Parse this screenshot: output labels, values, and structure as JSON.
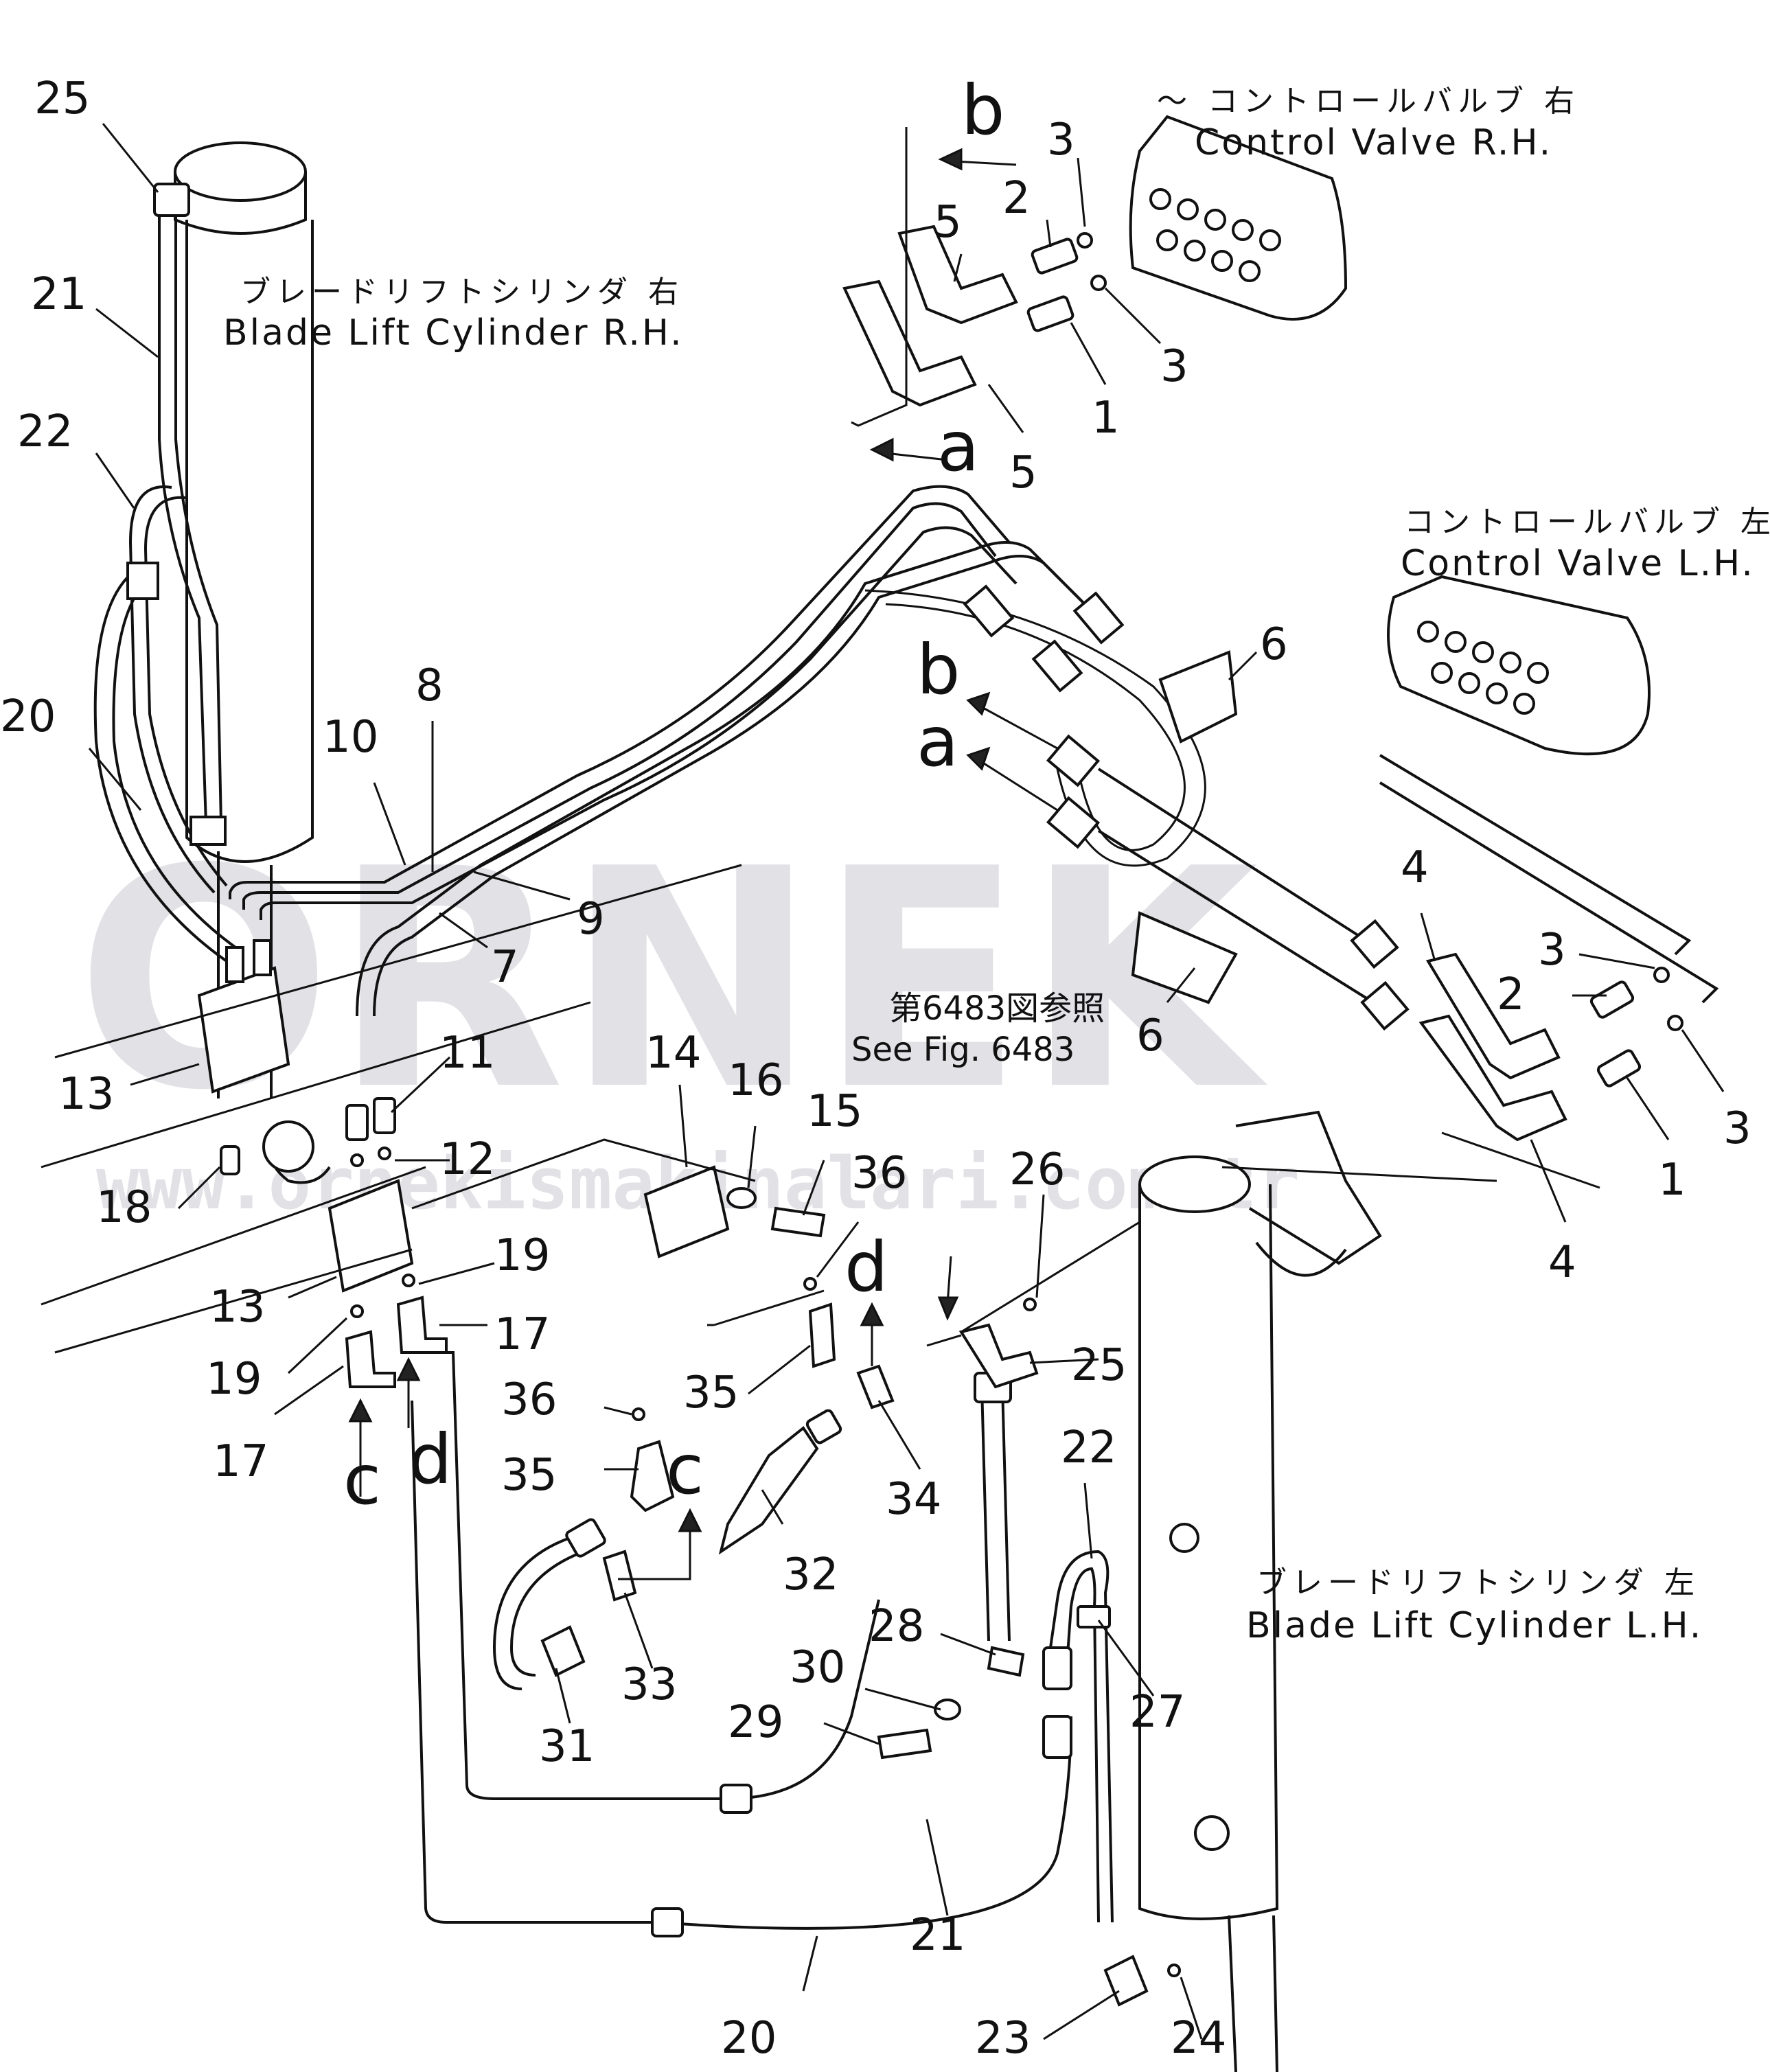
{
  "diagram": {
    "watermark": {
      "logo_text": "ORNEK",
      "url_text": "www.ornekismakinalari.com.tr"
    },
    "captions": {
      "control_valve_rh_jp": "～ コントロールバルブ 右",
      "control_valve_rh_en": "Control Valve R.H.",
      "control_valve_lh_jp": "コントロールバルブ 左",
      "control_valve_lh_en": "Control Valve L.H.",
      "blade_lift_cyl_rh_jp": "ブレードリフトシリンダ 右",
      "blade_lift_cyl_rh_en": "Blade Lift Cylinder R.H.",
      "blade_lift_cyl_lh_jp": "ブレードリフトシリンダ 左",
      "blade_lift_cyl_lh_en": "Blade Lift Cylinder L.H.",
      "see_fig_jp": "第6483図参照",
      "see_fig_en": "See Fig. 6483"
    },
    "letters": {
      "b_top": "b",
      "a_top": "a",
      "b_mid": "b",
      "a_mid": "a",
      "c_left": "c",
      "d_left": "d",
      "c_mid": "c",
      "d_mid": "d"
    },
    "callouts": [
      {
        "id": "c25a",
        "text": "25"
      },
      {
        "id": "c21a",
        "text": "21"
      },
      {
        "id": "c22a",
        "text": "22"
      },
      {
        "id": "c20a",
        "text": "20"
      },
      {
        "id": "c10",
        "text": "10"
      },
      {
        "id": "c8",
        "text": "8"
      },
      {
        "id": "c9",
        "text": "9"
      },
      {
        "id": "c7",
        "text": "7"
      },
      {
        "id": "c13a",
        "text": "13"
      },
      {
        "id": "c11",
        "text": "11"
      },
      {
        "id": "c12",
        "text": "12"
      },
      {
        "id": "c18",
        "text": "18"
      },
      {
        "id": "c13b",
        "text": "13"
      },
      {
        "id": "c19a",
        "text": "19"
      },
      {
        "id": "c19b",
        "text": "19"
      },
      {
        "id": "c17a",
        "text": "17"
      },
      {
        "id": "c17b",
        "text": "17"
      },
      {
        "id": "c14",
        "text": "14"
      },
      {
        "id": "c16",
        "text": "16"
      },
      {
        "id": "c15",
        "text": "15"
      },
      {
        "id": "c36a",
        "text": "36"
      },
      {
        "id": "c36b",
        "text": "36"
      },
      {
        "id": "c35a",
        "text": "35"
      },
      {
        "id": "c35b",
        "text": "35"
      },
      {
        "id": "c34",
        "text": "34"
      },
      {
        "id": "c32",
        "text": "32"
      },
      {
        "id": "c33",
        "text": "33"
      },
      {
        "id": "c31",
        "text": "31"
      },
      {
        "id": "c26",
        "text": "26"
      },
      {
        "id": "c25b",
        "text": "25"
      },
      {
        "id": "c22b",
        "text": "22"
      },
      {
        "id": "c28",
        "text": "28"
      },
      {
        "id": "c30",
        "text": "30"
      },
      {
        "id": "c29",
        "text": "29"
      },
      {
        "id": "c27",
        "text": "27"
      },
      {
        "id": "c21b",
        "text": "21"
      },
      {
        "id": "c20b",
        "text": "20"
      },
      {
        "id": "c23",
        "text": "23"
      },
      {
        "id": "c24",
        "text": "24"
      },
      {
        "id": "c6a",
        "text": "6"
      },
      {
        "id": "c6b",
        "text": "6"
      },
      {
        "id": "c3a",
        "text": "3"
      },
      {
        "id": "c2a",
        "text": "2"
      },
      {
        "id": "c5a",
        "text": "5"
      },
      {
        "id": "c3b",
        "text": "3"
      },
      {
        "id": "c1a",
        "text": "1"
      },
      {
        "id": "c5b",
        "text": "5"
      },
      {
        "id": "c4a",
        "text": "4"
      },
      {
        "id": "c3c",
        "text": "3"
      },
      {
        "id": "c2b",
        "text": "2"
      },
      {
        "id": "c3d",
        "text": "3"
      },
      {
        "id": "c1b",
        "text": "1"
      },
      {
        "id": "c4b",
        "text": "4"
      }
    ]
  }
}
